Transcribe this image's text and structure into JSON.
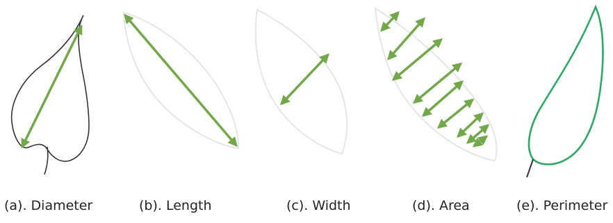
{
  "colors": {
    "arrow": "#72a84a",
    "outline_dark": "#333333",
    "outline_faint": "#e6e6e6",
    "perimeter": "#2fa866"
  },
  "panels": [
    {
      "id": "a",
      "caption": "(a). Diameter",
      "measure": "diameter"
    },
    {
      "id": "b",
      "caption": "(b). Length",
      "measure": "length"
    },
    {
      "id": "c",
      "caption": "(c). Width",
      "measure": "width"
    },
    {
      "id": "d",
      "caption": "(d). Area",
      "measure": "area"
    },
    {
      "id": "e",
      "caption": "(e). Perimeter",
      "measure": "perimeter"
    }
  ]
}
